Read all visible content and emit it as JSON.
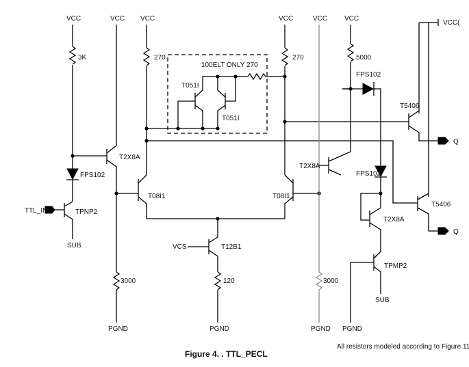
{
  "rails": {
    "vcc": "VCC",
    "vcc_cut": "VCC(",
    "pgnd": "PGND",
    "sub": "SUB",
    "vcs": "VCS"
  },
  "box_label": "100ELT ONLY",
  "resistors": {
    "r_3k": "3K",
    "r_270_left": "270",
    "r_270_box": "270",
    "r_270_right": "270",
    "r_5000": "5000",
    "r_3000_left": "3000",
    "r_120": "120",
    "r_3000_right": "3000"
  },
  "devices": {
    "tpnp2": "TPNP2",
    "fps102_left": "FPS102",
    "t2x8a_top": "T2X8A",
    "t08i1_left": "T08I1",
    "t08i1_right": "T08I1",
    "t051i_top": "T051I",
    "t051i_bottom": "T051I",
    "t12b1": "T12B1",
    "t2x8a_mid": "T2X8A",
    "fps102_top": "FPS102",
    "fps102_mid": "FPS102",
    "t5406_top": "T5406",
    "t5406_bottom": "T5406",
    "t2x8a_low": "T2X8A",
    "tpmp2": "TPMP2"
  },
  "ports": {
    "input": "TTL_IN",
    "q": "Q",
    "q_bar": "Q"
  },
  "caption": "Figure 4. . TTL_PECL",
  "footnote": "All resistors modeled according to Figure 11."
}
